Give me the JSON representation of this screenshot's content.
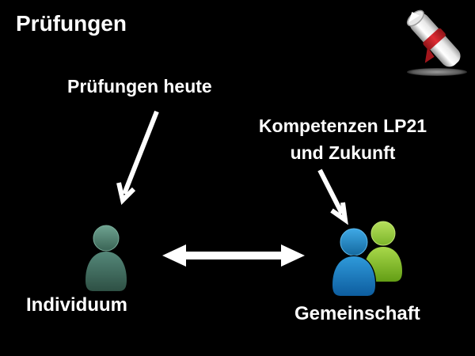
{
  "slide": {
    "title": "Prüfungen"
  },
  "callouts": {
    "today": "Prüfungen heute",
    "future_line1": "Kompetenzen LP21",
    "future_line2": "und Zukunft"
  },
  "nodes": {
    "individual_label": "Individuum",
    "community_label": "Gemeinschaft"
  },
  "icons": {
    "diploma": "diploma-scroll-icon",
    "individual": "single-person-icon",
    "community": "two-people-icon"
  },
  "colors": {
    "bg": "#000000",
    "text": "#ffffff",
    "arrow": "#ffffff",
    "person_individual": "#3d6456",
    "person_community_front": "#1b7fc4",
    "person_community_back": "#85bf2f",
    "ribbon": "#c3202a"
  }
}
